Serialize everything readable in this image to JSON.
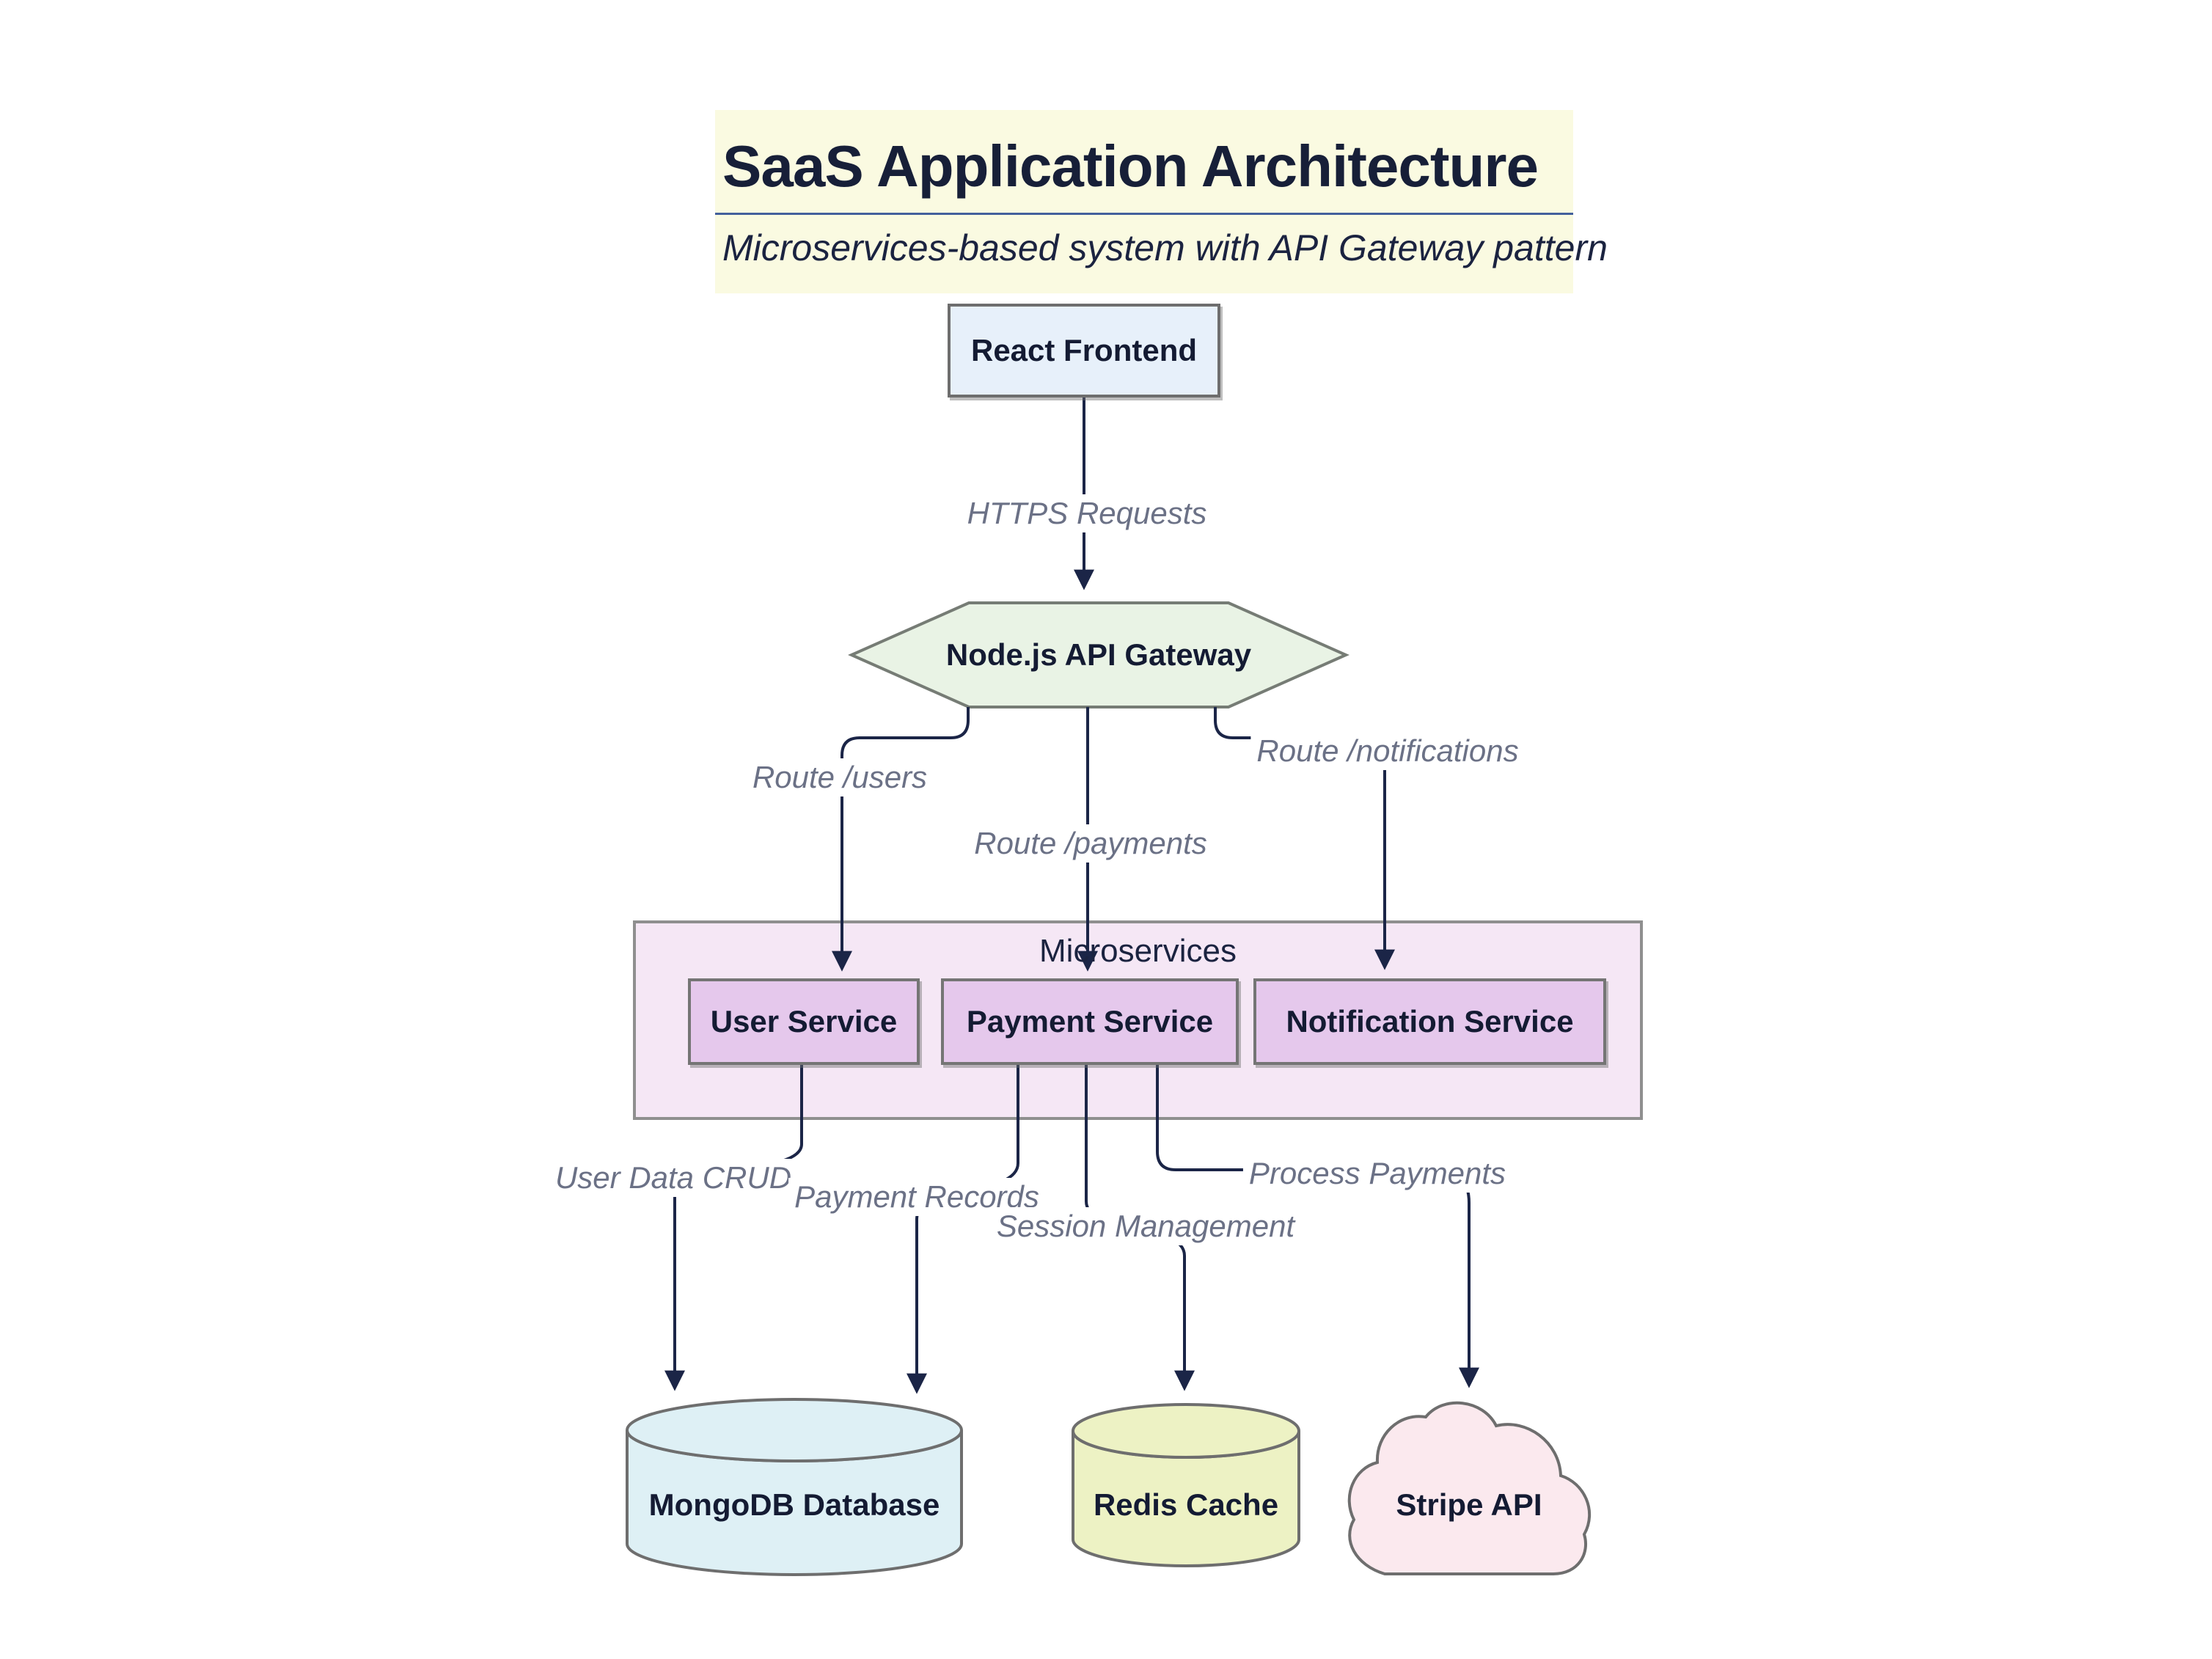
{
  "title": {
    "heading": "SaaS Application Architecture",
    "subtitle": "Microservices-based system with API Gateway pattern"
  },
  "groups": {
    "microservices": {
      "label": "Microservices"
    }
  },
  "nodes": {
    "frontend": {
      "label": "React Frontend",
      "shape": "rectangle",
      "fill": "#e7f0fa"
    },
    "gateway": {
      "label": "Node.js API Gateway",
      "shape": "hexagon",
      "fill": "#e9f3e5"
    },
    "user_service": {
      "label": "User Service",
      "shape": "rectangle",
      "fill": "#e5c8ec"
    },
    "payment_service": {
      "label": "Payment Service",
      "shape": "rectangle",
      "fill": "#e5c8ec"
    },
    "notification_service": {
      "label": "Notification Service",
      "shape": "rectangle",
      "fill": "#e5c8ec"
    },
    "mongodb": {
      "label": "MongoDB Database",
      "shape": "cylinder",
      "fill": "#def0f5"
    },
    "redis": {
      "label": "Redis Cache",
      "shape": "cylinder",
      "fill": "#edf2c4"
    },
    "stripe": {
      "label": "Stripe API",
      "shape": "cloud",
      "fill": "#fbe9ee"
    }
  },
  "edges": {
    "https": {
      "label": "HTTPS Requests",
      "from": "frontend",
      "to": "gateway"
    },
    "route_users": {
      "label": "Route /users",
      "from": "gateway",
      "to": "user_service"
    },
    "route_payments": {
      "label": "Route /payments",
      "from": "gateway",
      "to": "payment_service"
    },
    "route_notifications": {
      "label": "Route /notifications",
      "from": "gateway",
      "to": "notification_service"
    },
    "user_data_crud": {
      "label": "User Data CRUD",
      "from": "user_service",
      "to": "mongodb"
    },
    "payment_records": {
      "label": "Payment Records",
      "from": "payment_service",
      "to": "mongodb"
    },
    "session_management": {
      "label": "Session Management",
      "from": "payment_service",
      "to": "redis"
    },
    "process_payments": {
      "label": "Process Payments",
      "from": "payment_service",
      "to": "stripe"
    }
  },
  "colors": {
    "title_background": "#fafae1",
    "title_divider": "#43609c",
    "dark_text": "#171f38",
    "edge_line": "#1b2547",
    "edge_label_text": "#6b7186",
    "node_border": "#6e6e6e",
    "container_fill": "#f5e7f5",
    "container_border": "#8f8f8f",
    "frontend_fill": "#e7f0fa",
    "gateway_fill": "#e9f3e5",
    "service_fill": "#e5c8ec",
    "mongodb_fill": "#def0f5",
    "redis_fill": "#edf2c4",
    "stripe_fill": "#fbe9ee"
  }
}
